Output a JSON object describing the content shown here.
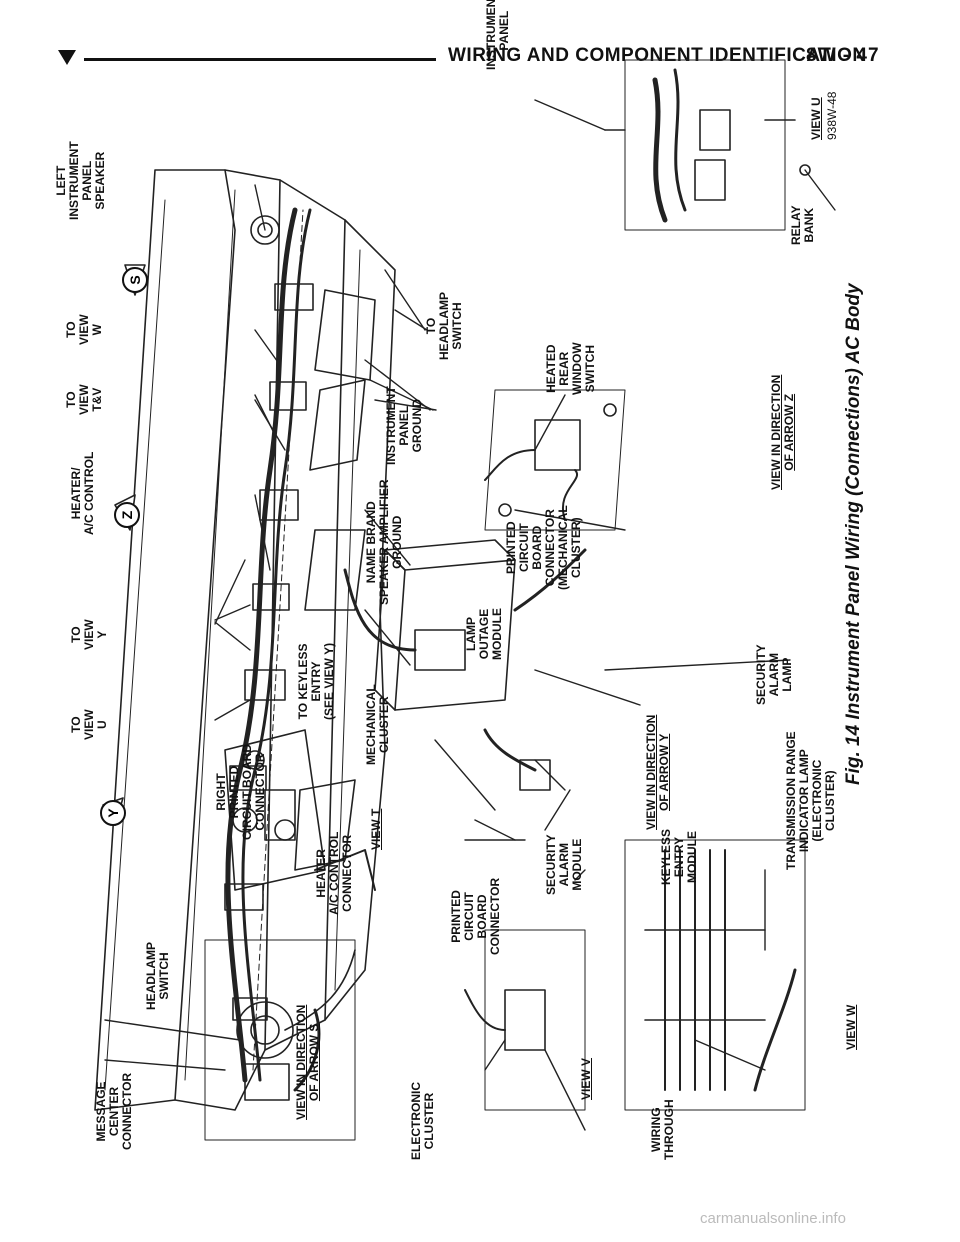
{
  "header": {
    "title": "WIRING AND COMPONENT IDENTIFICATION",
    "page": "8W - 47"
  },
  "labels": {
    "left_speaker": "LEFT\nINSTRUMENT\nPANEL\nSPEAKER",
    "to_view_w": "TO\nVIEW\nW",
    "to_view_tv": "TO\nVIEW\nT&V",
    "heater_ac": "HEATER/\nA/C CONTROL",
    "to_view_y": "TO\nVIEW\nY",
    "to_view_u": "TO\nVIEW\nU",
    "to_headlamp": "TO\nHEADLAMP\nSWITCH",
    "ip_ground": "INSTRUMENT\nPANEL\nGROUND",
    "name_brand": "NAME BRAND\nSPEAKER AMPLIFIER\nGROUND",
    "to_keyless": "TO KEYLESS\nENTRY\n(SEE VIEW Y)",
    "instrument_panel": "INSTRUMENT\nPANEL",
    "relay_bank": "RELAY\nBANK",
    "view_u": "VIEW U",
    "heated_rear": "HEATED\nREAR\nWINDOW\nSWITCH",
    "pcb_mech": "PRINTED\nCIRCUIT\nBOARD\nCONNECTOR\n(MECHANICAL\nCLUSTER)",
    "security_lamp": "SECURITY\nALARM\nLAMP",
    "view_z": "VIEW IN DIRECTION\nOF ARROW Z",
    "lamp_outage": "LAMP\nOUTAGE\nMODULE",
    "security_module": "SECURITY\nALARM\nMODULE",
    "keyless_module": "KEYLESS\nENTRY\nMODULE",
    "view_y": "VIEW IN DIRECTION\nOF ARROW Y",
    "mech_cluster": "MECHANICAL\nCLUSTER",
    "right_pcb": "RIGHT\nPRINTED\nCIRCUIT BOARD\nCONNECTOR",
    "heater_conn": "HEATER\nA/C CONTROL\nCONNECTOR",
    "view_t": "VIEW T",
    "pcb_conn": "PRINTED\nCIRCUIT\nBOARD\nCONNECTOR",
    "elec_cluster": "ELECTRONIC\nCLUSTER",
    "view_v": "VIEW V",
    "trans_range": "TRANSMISSION RANGE\nINDICATOR LAMP\n(ELECTRONIC\nCLUSTER)",
    "wiring_through": "WIRING\nTHROUGH",
    "view_w": "VIEW W",
    "msg_center": "MESSAGE\nCENTER\nCONNECTOR",
    "headlamp_sw": "HEADLAMP\nSWITCH",
    "view_s": "VIEW IN DIRECTION\nOF ARROW S"
  },
  "markers": {
    "s": "S",
    "z": "Z",
    "y": "Y"
  },
  "figure_code": "938W-48",
  "caption": "Fig. 14 Instrument Panel Wiring (Connections) AC Body",
  "footer": "carmanualsonline.info"
}
